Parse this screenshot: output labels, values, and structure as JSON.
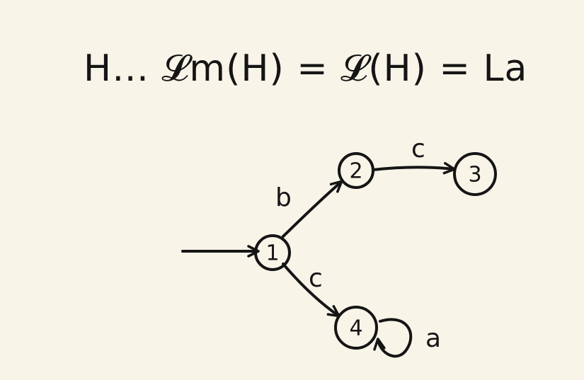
{
  "equation": {
    "text": "H… 𝓛m(H) = 𝓛(H) = La"
  },
  "automaton": {
    "states": [
      {
        "id": "1",
        "label": "1"
      },
      {
        "id": "2",
        "label": "2"
      },
      {
        "id": "3",
        "label": "3"
      },
      {
        "id": "4",
        "label": "4"
      }
    ],
    "initial_state": "1",
    "transitions": [
      {
        "from": "1",
        "to": "2",
        "label": "b"
      },
      {
        "from": "2",
        "to": "3",
        "label": "c"
      },
      {
        "from": "1",
        "to": "4",
        "label": "c"
      },
      {
        "from": "4",
        "to": "4",
        "label": "a"
      }
    ]
  },
  "colors": {
    "background": "#f8f4e8",
    "ink": "#151515"
  }
}
